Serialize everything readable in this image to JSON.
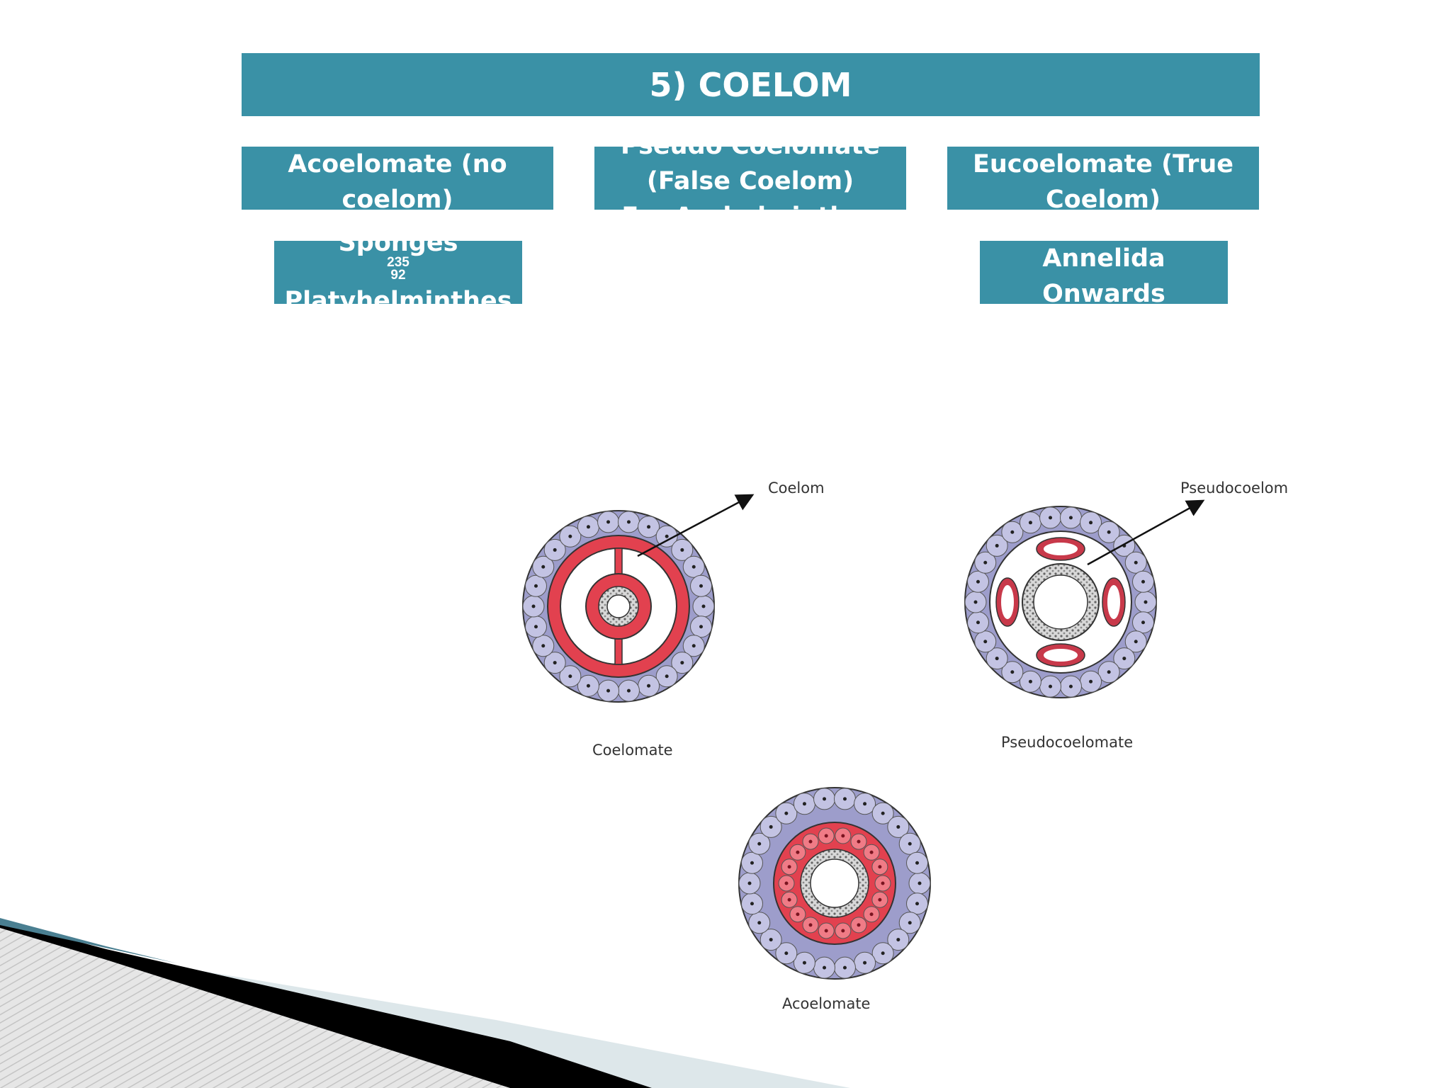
{
  "title": "5) COELOM",
  "categories": {
    "acoelomate": {
      "line1": "Acoelomate (no",
      "line2": "coelom)"
    },
    "pseudocoelomate": {
      "line1": "Pseudo Coelomate",
      "line2": "(False Coelom)",
      "line3": "Eg. Aschelminthes"
    },
    "eucoelomate": {
      "line1": "Eucoelomate (True",
      "line2": "Coelom)"
    }
  },
  "examples": {
    "acoelomate": {
      "line1": "Sponges",
      "sup": "235",
      "sub": "92",
      "line2": "Platyhelminthes"
    },
    "eucoelomate": {
      "line1": "Annelida",
      "line2": "Onwards"
    }
  },
  "figure_labels": {
    "coelom_arrow": "Coelom",
    "pseudocoelom_arrow": "Pseudocoelom",
    "coelomate": "Coelomate",
    "pseudocoelomate": "Pseudocoelomate",
    "acoelomate": "Acoelomate"
  },
  "colors": {
    "header_fill": "#3a91a6",
    "ectoderm": "#9b9bc9",
    "mesoderm": "#e0424f",
    "endoderm": "#b9b9b9"
  }
}
